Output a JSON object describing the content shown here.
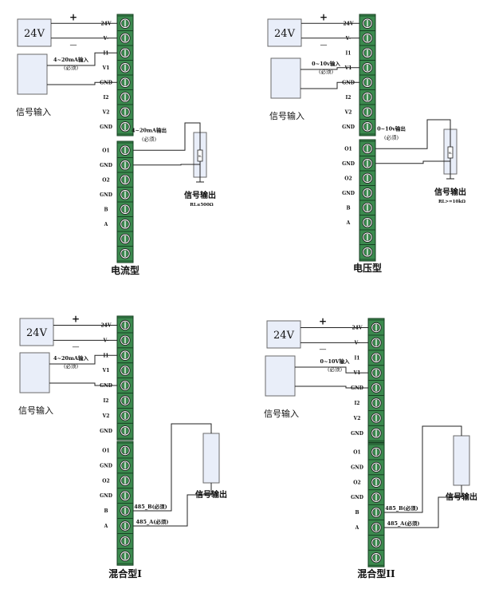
{
  "colors": {
    "terminal_fill": "#3b8a4e",
    "terminal_stroke": "#173f22",
    "screw_fill": "#ffffff",
    "box_fill": "#e9eef9",
    "box_stroke": "#6a6a6a",
    "wire": "#222222"
  },
  "panels": [
    {
      "name": "current",
      "title": "电流型",
      "source": "24V",
      "plus": "+",
      "minus": "—",
      "input_box_label": "信号输入",
      "input_note": "4~20mA输入",
      "input_note2": "(必须)",
      "output_note": "4~20mA输出",
      "output_note2": "(必须)",
      "output_label": "信号输出",
      "load_label": "RL",
      "load_note": "RL≤500Ω",
      "upper_terminals": [
        "24V",
        "V-",
        "I1",
        "V1",
        "GND",
        "I2",
        "V2",
        "GND"
      ],
      "lower_terminals": [
        "O1",
        "GND",
        "O2",
        "GND",
        "B",
        "A",
        "",
        ""
      ]
    },
    {
      "name": "voltage",
      "title": "电压型",
      "source": "24V",
      "plus": "+",
      "minus": "—",
      "input_box_label": "信号输入",
      "input_note": "0~10v输入",
      "input_note2": "(必须)",
      "output_note": "0~10v输出",
      "output_note2": "(必须)",
      "output_label": "信号输出",
      "load_label": "RL",
      "load_note": "RL>=10kΩ",
      "upper_terminals": [
        "24V",
        "V-",
        "I1",
        "V1",
        "GND",
        "I2",
        "V2",
        "GND"
      ],
      "lower_terminals": [
        "O1",
        "GND",
        "O2",
        "GND",
        "B",
        "A",
        "",
        ""
      ]
    },
    {
      "name": "mixed1",
      "title": "混合型I",
      "source": "24V",
      "plus": "+",
      "minus": "—",
      "input_box_label": "信号输入",
      "input_note": "4~20mA输入",
      "input_note2": "(必须)",
      "output_note": "485_B(必须)",
      "output_note2": "485_A(必须)",
      "output_label": "信号输出",
      "upper_terminals": [
        "24V",
        "V-",
        "I1",
        "V1",
        "GND",
        "I2",
        "V2",
        "GND"
      ],
      "lower_terminals": [
        "O1",
        "GND",
        "O2",
        "GND",
        "B",
        "A",
        "",
        ""
      ]
    },
    {
      "name": "mixed2",
      "title": "混合型II",
      "source": "24V",
      "plus": "+",
      "minus": "—",
      "input_box_label": "信号输入",
      "input_note": "0~10V输入",
      "input_note2": "(必须)",
      "output_note": "485_B(必须)",
      "output_note2": "485_A(必须)",
      "output_label": "信号输出",
      "upper_terminals": [
        "24V",
        "V-",
        "I1",
        "V1",
        "GND",
        "I2",
        "V2",
        "GND"
      ],
      "lower_terminals": [
        "O1",
        "GND",
        "O2",
        "GND",
        "B",
        "A",
        "",
        ""
      ]
    }
  ]
}
